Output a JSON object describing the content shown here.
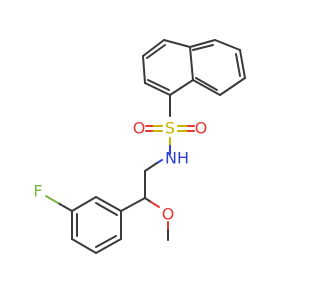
{
  "atoms": {
    "S": "S",
    "O1": "O",
    "O2": "O",
    "N": "N",
    "H": "H",
    "O_methoxy": "O",
    "F": "F"
  },
  "colors": {
    "bond": "#3a3a3a",
    "sulfur": "#c9b200",
    "oxygen": "#e53935",
    "nitrogen": "#2f3fd6",
    "fluorine": "#7cb342"
  }
}
